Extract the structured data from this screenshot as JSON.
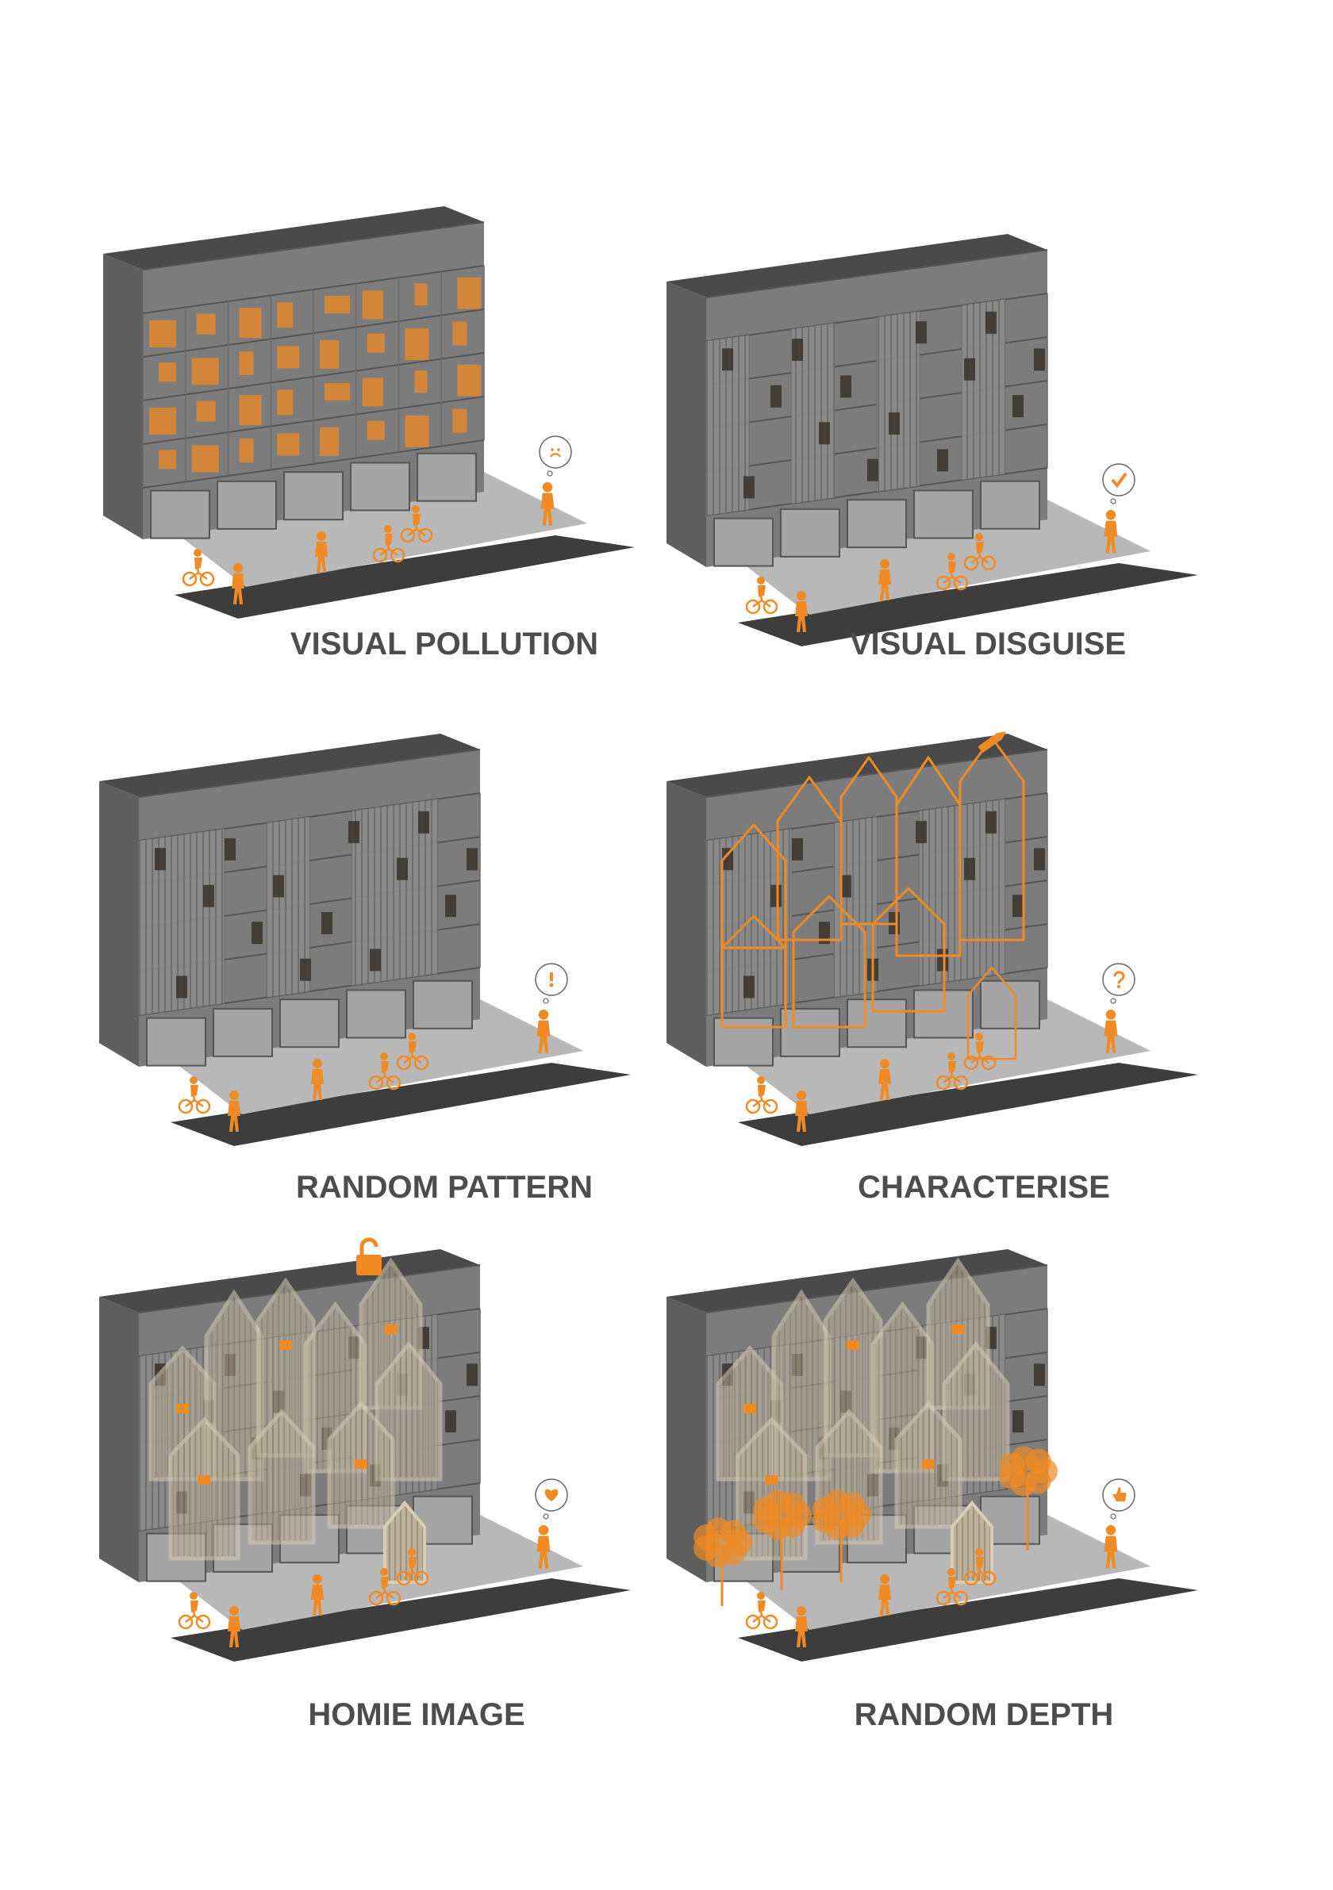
{
  "panels": [
    {
      "id": "visual-pollution",
      "caption": "VISUAL POLLUTION",
      "variant": "pollution",
      "reaction_icon": "sad-face-icon"
    },
    {
      "id": "visual-disguise",
      "caption": "VISUAL  DISGUISE",
      "variant": "disguise",
      "reaction_icon": "checkmark-icon"
    },
    {
      "id": "random-pattern",
      "caption": "RANDOM PATTERN",
      "variant": "pattern",
      "reaction_icon": "exclamation-icon"
    },
    {
      "id": "characterise",
      "caption": "CHARACTERISE",
      "variant": "characterise",
      "reaction_icon": "question-icon"
    },
    {
      "id": "homie-image",
      "caption": "HOMIE  IMAGE",
      "variant": "homie",
      "reaction_icon": "heart-icon"
    },
    {
      "id": "random-depth",
      "caption": "RANDOM DEPTH",
      "variant": "depth",
      "reaction_icon": "thumbs-up-icon"
    }
  ],
  "colors": {
    "accent_orange": "#f08a24",
    "building_front": "#7c7c7c",
    "building_side": "#5f5f5f",
    "roof": "#4a4a4a",
    "road": "#3d3d3d",
    "caption_text": "#4d4d4d",
    "timber_frame": "#d9cdb4"
  }
}
